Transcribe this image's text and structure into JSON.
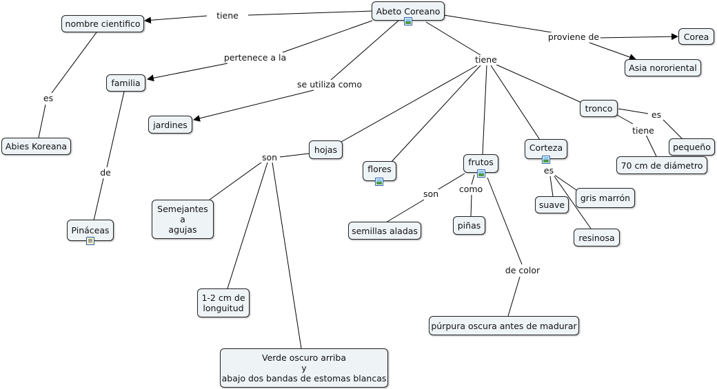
{
  "nodes": {
    "abeto": "Abeto Coreano",
    "nombre": "nombre cientifico",
    "abies": "Abies Koreana",
    "familia": "familia",
    "pinaceas": "Pináceas",
    "jardines": "jardines",
    "corea": "Corea",
    "asia": "Asia nororiental",
    "tronco": "tronco",
    "pequeno": "pequeño",
    "diametro": "70 cm de diámetro",
    "hojas": "hojas",
    "semejantes": [
      "Semejantes",
      "a",
      "agujas"
    ],
    "longitud": [
      "1-2 cm de",
      "longuitud"
    ],
    "verde": [
      "Verde oscuro arriba",
      "y",
      "abajo dos bandas de estomas blancas"
    ],
    "flores": "flores",
    "frutos": "frutos",
    "semillas": "semillas aladas",
    "pinas": "piñas",
    "purpura": "púrpura oscura antes de madurar",
    "corteza": "Corteza",
    "suave": "suave",
    "gris": "gris marrón",
    "resinosa": "resinosa"
  },
  "links": {
    "tiene_top": "tiene",
    "es_left": "es",
    "pertenece": "pertenece a la",
    "de": "de",
    "utiliza": "se utiliza como",
    "proviene": "proviene de",
    "tiene_mid": "tiene",
    "es_tronco": "es",
    "tiene_tronco": "tiene",
    "son_hojas": "son",
    "son_frutos": "son",
    "como": "como",
    "color": "de color",
    "es_corteza": "es"
  },
  "icons": {
    "abeto": "image-icon",
    "flores": "image-icon",
    "frutos": "image-icon",
    "corteza": "image-icon",
    "pinaceas": "document-icon"
  },
  "colors": {
    "node_fill": "#eef3f6",
    "node_border": "#222222",
    "line": "#000000",
    "icon": "#1f5aa6"
  }
}
